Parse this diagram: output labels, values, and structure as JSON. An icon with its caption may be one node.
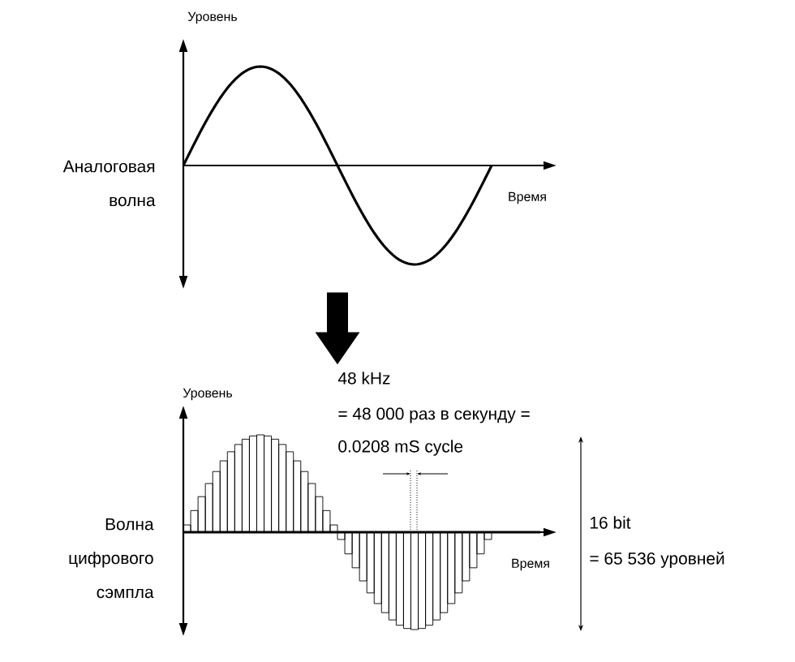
{
  "diagram": {
    "nodes": [
      {
        "text": [
          "Время"
        ],
        "beside": [
          "Аналоговая волна",
          "Уровень"
        ]
      },
      {
        "text": [
          "= 48 000 раз в секунду =",
          "0.0208 mS cycle",
          "Время"
        ],
        "beside": [
          "Волна цифрового сэмпла",
          "48 kHz",
          "Уровень",
          "16 bit",
          "= 65 536 уровней"
        ]
      }
    ],
    "edges": [
      {
        "from": 0,
        "to": 1,
        "arrow": "to"
      }
    ]
  }
}
